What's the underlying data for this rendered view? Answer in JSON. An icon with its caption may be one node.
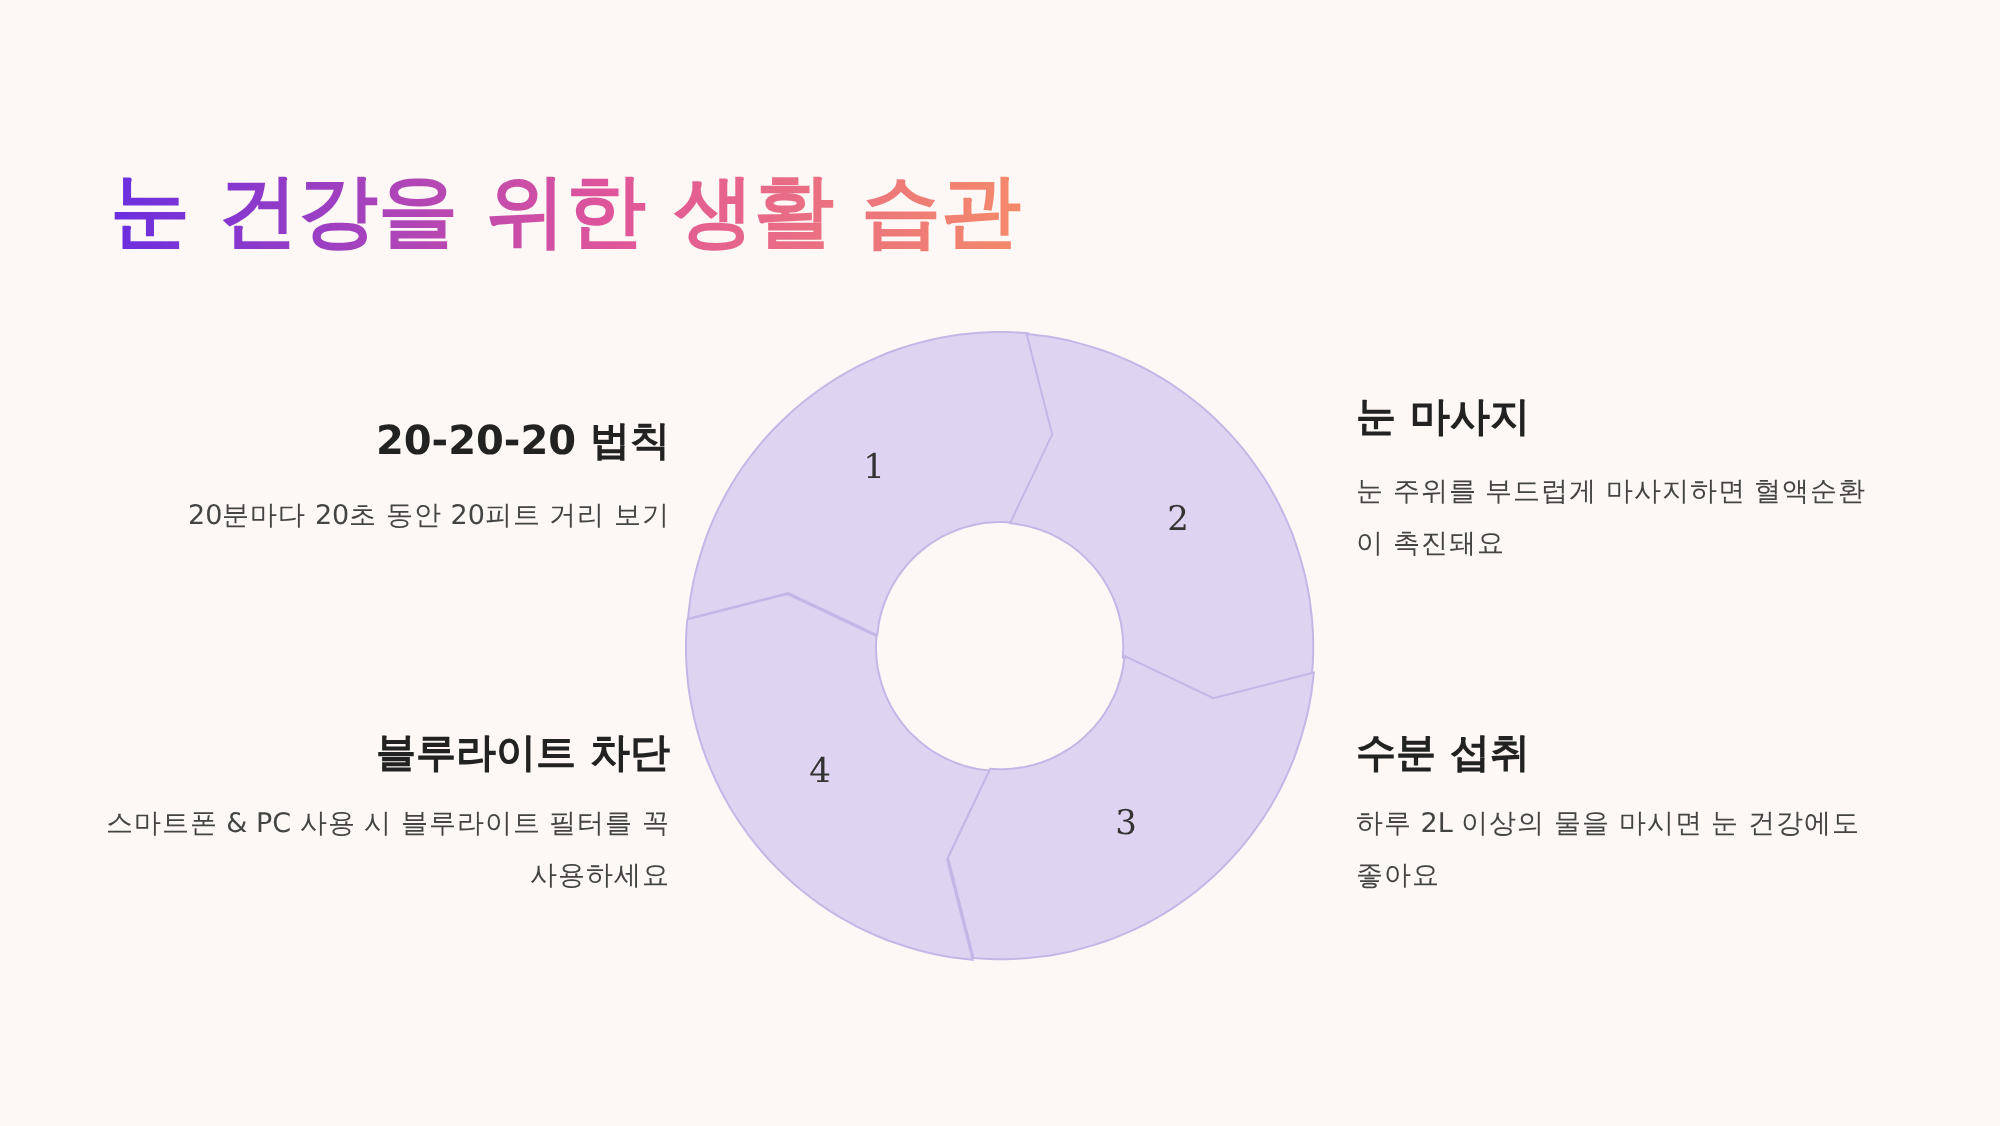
{
  "diagram": {
    "title": "눈 건강을 위한 생활 습관",
    "nodes": [
      {
        "text": [
          "1"
        ],
        "beside": [
          "20-20-20 법칙",
          "20분마다 20초 동안 20피트 거리 보기"
        ]
      },
      {
        "text": [
          "2"
        ],
        "beside": [
          "눈 마사지",
          "눈 주위를 부드럽게 마사지하면 혈액순환이 촉진돼요"
        ]
      },
      {
        "text": [
          "3"
        ],
        "beside": [
          "수분 섭취",
          "하루 2L 이상의 물을 마시면 눈 건강에도 좋아요"
        ]
      },
      {
        "text": [
          "4"
        ],
        "beside": [
          "블루라이트 차단",
          "스마트폰 & PC 사용 시 블루라이트 필터를 꼭 사용하세요"
        ]
      }
    ],
    "edges": []
  }
}
